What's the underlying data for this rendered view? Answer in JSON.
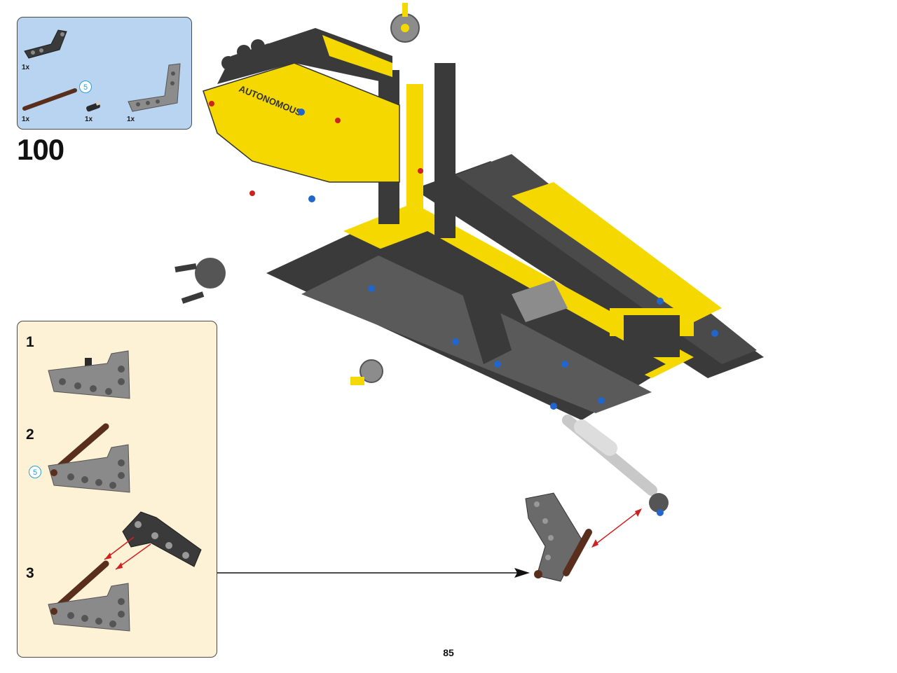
{
  "parts_list": {
    "items": [
      {
        "name": "angled-beam-icon",
        "qty": "1x"
      },
      {
        "name": "axle-icon",
        "qty": "1x",
        "badge": "5"
      },
      {
        "name": "pin-icon",
        "qty": "1x"
      },
      {
        "name": "l-beam-icon",
        "qty": "1x"
      }
    ]
  },
  "step": {
    "number": "100"
  },
  "sub_steps": [
    {
      "number": "1"
    },
    {
      "number": "2",
      "badge": "5"
    },
    {
      "number": "3"
    }
  ],
  "model": {
    "label": "AUTONOMOUS"
  },
  "page": {
    "number": "85"
  },
  "colors": {
    "parts_bg": "#b8d4f0",
    "substep_bg": "#fdf1d6",
    "yellow": "#f5d800",
    "dark": "#3a3a3a",
    "gray": "#8c8c8c",
    "blue": "#2266cc",
    "red": "#cc2222",
    "brown": "#5a2e1c"
  }
}
